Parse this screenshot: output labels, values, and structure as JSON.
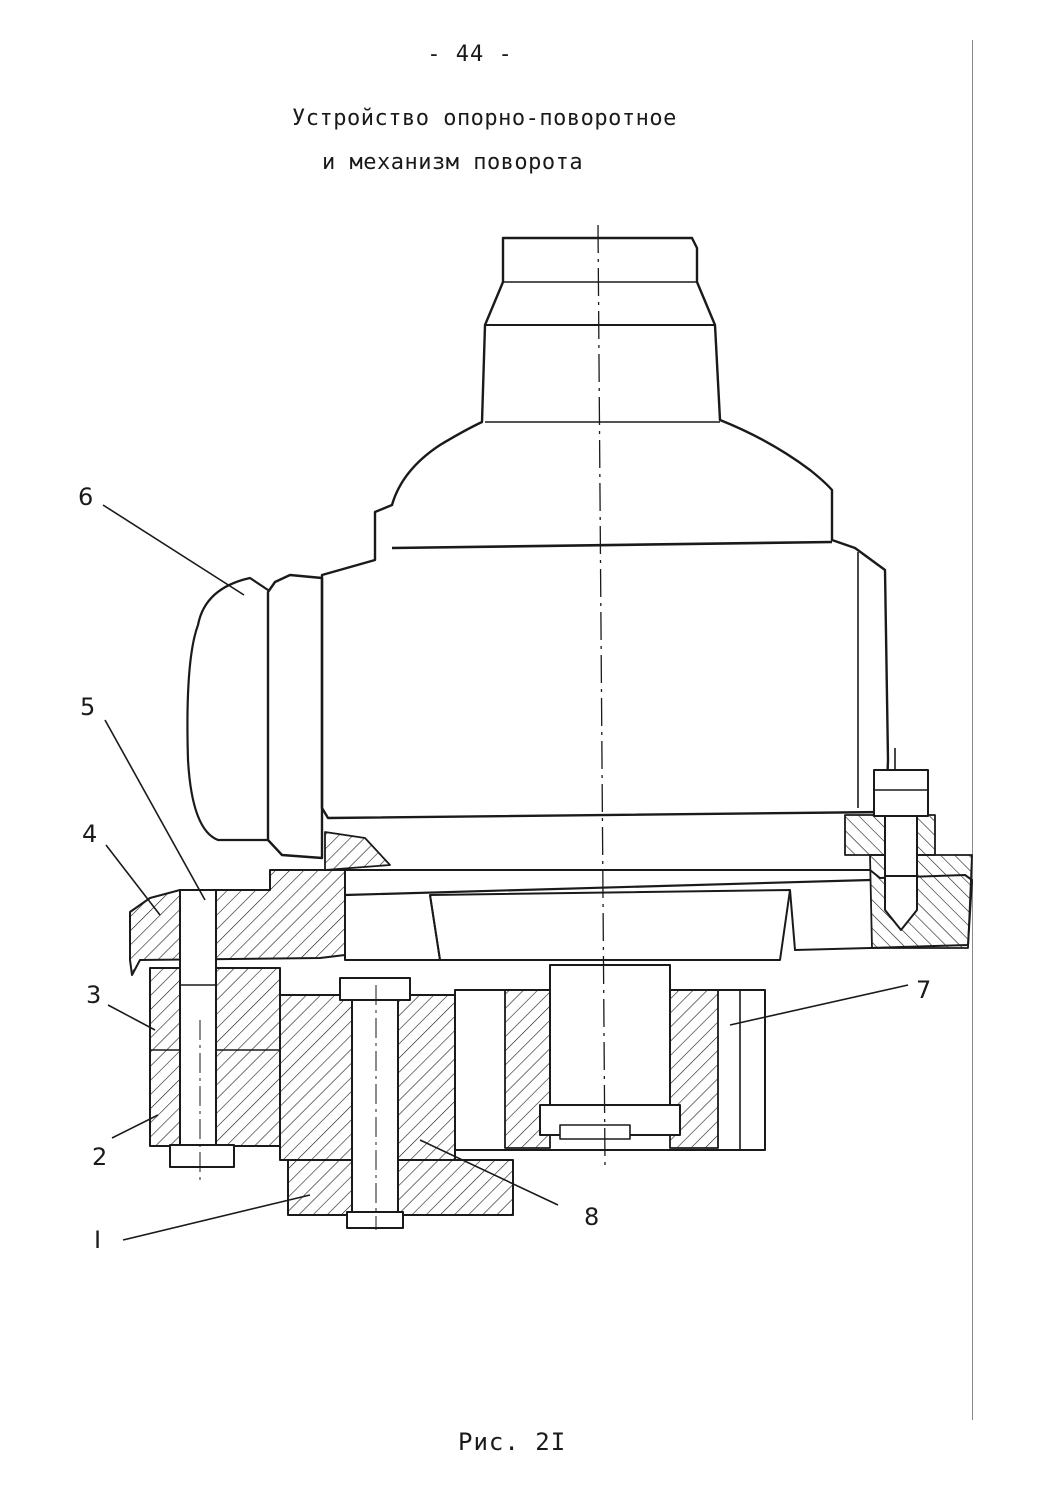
{
  "page": {
    "number": "- 44 -",
    "title_line1": "Устройство опорно-поворотное",
    "title_line2": "и механизм поворота",
    "caption": "Рис. 2I"
  },
  "callouts": [
    {
      "id": "label-6",
      "text": "6"
    },
    {
      "id": "label-5",
      "text": "5"
    },
    {
      "id": "label-4",
      "text": "4"
    },
    {
      "id": "label-3",
      "text": "3"
    },
    {
      "id": "label-2",
      "text": "2"
    },
    {
      "id": "label-1",
      "text": "I"
    },
    {
      "id": "label-8",
      "text": "8"
    },
    {
      "id": "label-7",
      "text": "7"
    }
  ],
  "colors": {
    "ink": "#1a1a1a",
    "paper": "#ffffff",
    "margin_line": "#8a8a8a"
  }
}
